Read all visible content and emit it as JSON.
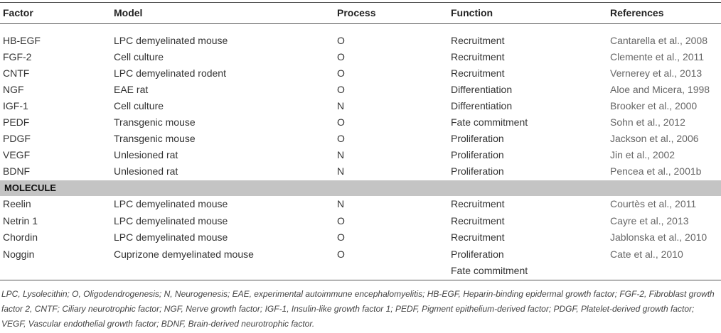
{
  "table": {
    "headers": [
      "Factor",
      "Model",
      "Process",
      "Function",
      "References"
    ],
    "factor_rows": [
      [
        "HB-EGF",
        "LPC demyelinated mouse",
        "O",
        "Recruitment",
        "Cantarella et al., 2008"
      ],
      [
        "FGF-2",
        "Cell culture",
        "O",
        "Recruitment",
        "Clemente et al., 2011"
      ],
      [
        "CNTF",
        "LPC demyelinated rodent",
        "O",
        "Recruitment",
        "Vernerey et al., 2013"
      ],
      [
        "NGF",
        "EAE rat",
        "O",
        "Differentiation",
        "Aloe and Micera, 1998"
      ],
      [
        "IGF-1",
        "Cell culture",
        "N",
        "Differentiation",
        "Brooker et al., 2000"
      ],
      [
        "PEDF",
        "Transgenic mouse",
        "O",
        "Fate commitment",
        "Sohn et al., 2012"
      ],
      [
        "PDGF",
        "Transgenic mouse",
        "O",
        "Proliferation",
        "Jackson et al., 2006"
      ],
      [
        "VEGF",
        "Unlesioned rat",
        "N",
        "Proliferation",
        "Jin et al., 2002"
      ],
      [
        "BDNF",
        "Unlesioned rat",
        "N",
        "Proliferation",
        "Pencea et al., 2001b"
      ]
    ],
    "section_label": "MOLECULE",
    "molecule_rows": [
      [
        "Reelin",
        "LPC demyelinated mouse",
        "N",
        "Recruitment",
        "Courtès et al., 2011"
      ],
      [
        "Netrin 1",
        "LPC demyelinated mouse",
        "O",
        "Recruitment",
        "Cayre et al., 2013"
      ],
      [
        "Chordin",
        "LPC demyelinated mouse",
        "O",
        "Recruitment",
        "Jablonska et al., 2010"
      ],
      [
        "Noggin",
        "Cuprizone demyelinated mouse",
        "O",
        "Proliferation",
        "Cate et al., 2010"
      ],
      [
        "",
        "",
        "",
        "Fate commitment",
        ""
      ]
    ]
  },
  "footnote": "LPC, Lysolecithin; O, Oligodendrogenesis; N, Neurogenesis; EAE, experimental autoimmune encephalomyelitis; HB-EGF, Heparin-binding epidermal growth factor; FGF-2, Fibroblast growth factor 2, CNTF; Ciliary neurotrophic factor; NGF, Nerve growth factor; IGF-1, Insulin-like growth factor 1; PEDF, Pigment epithelium-derived factor; PDGF, Platelet-derived growth factor; VEGF, Vascular endothelial growth factor; BDNF, Brain-derived neurotrophic factor."
}
